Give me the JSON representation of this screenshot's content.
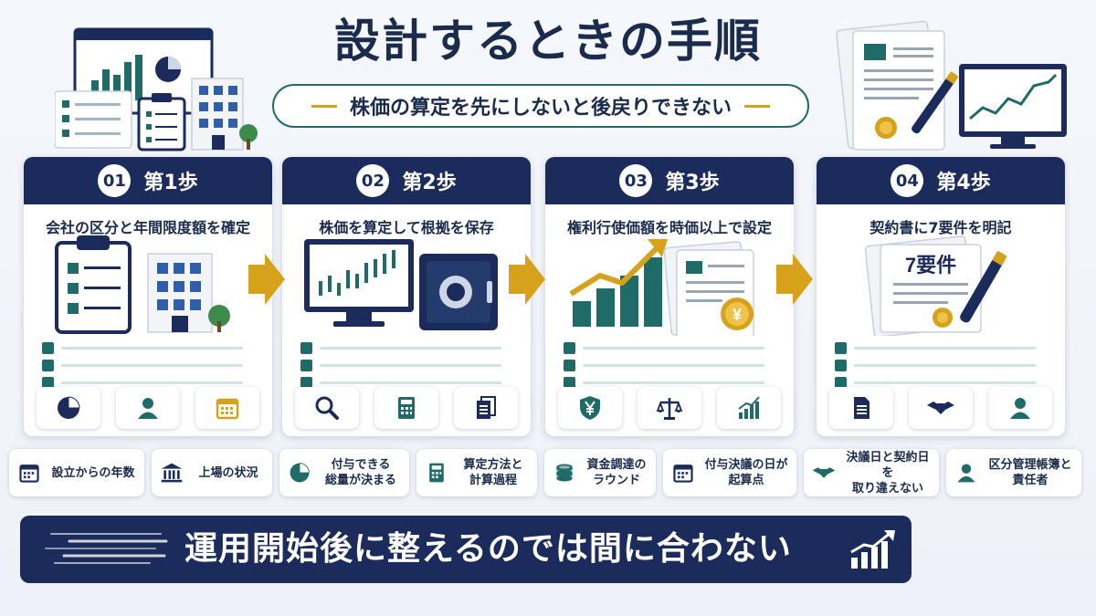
{
  "title": "設計するときの手順",
  "subtitle": "株価の算定を先にしないと後戻りできない",
  "steps": [
    {
      "num": "01",
      "label": "第1歩",
      "desc": "会社の区分と年間限度額を確定"
    },
    {
      "num": "02",
      "label": "第2歩",
      "desc": "株価を算定して根拠を保存"
    },
    {
      "num": "03",
      "label": "第3歩",
      "desc": "権利行使価額を時価以上で設定"
    },
    {
      "num": "04",
      "label": "第4歩",
      "desc": "契約書に7要件を明記"
    }
  ],
  "contract_label": "7要件",
  "yen_symbol": "¥",
  "factors": [
    {
      "label": "設立からの年数",
      "icon": "calendar-icon"
    },
    {
      "label": "上場の状況",
      "icon": "bank-icon"
    },
    {
      "label": "付与できる\n総量が決まる",
      "icon": "pie-chart-icon"
    },
    {
      "label": "算定方法と\n計算過程",
      "icon": "calculator-icon"
    },
    {
      "label": "資金調達の\nラウンド",
      "icon": "coins-icon"
    },
    {
      "label": "付与決議の日が\n起算点",
      "icon": "calendar-icon"
    },
    {
      "label": "決議日と契約日を\n取り違えない",
      "icon": "handshake-icon"
    },
    {
      "label": "区分管理帳簿と\n責任者",
      "icon": "person-icon"
    }
  ],
  "banner": "運用開始後に整えるのでは間に合わない",
  "colors": {
    "navy": "#1a2b5c",
    "teal": "#1e6b68",
    "gold": "#d6a21c"
  }
}
